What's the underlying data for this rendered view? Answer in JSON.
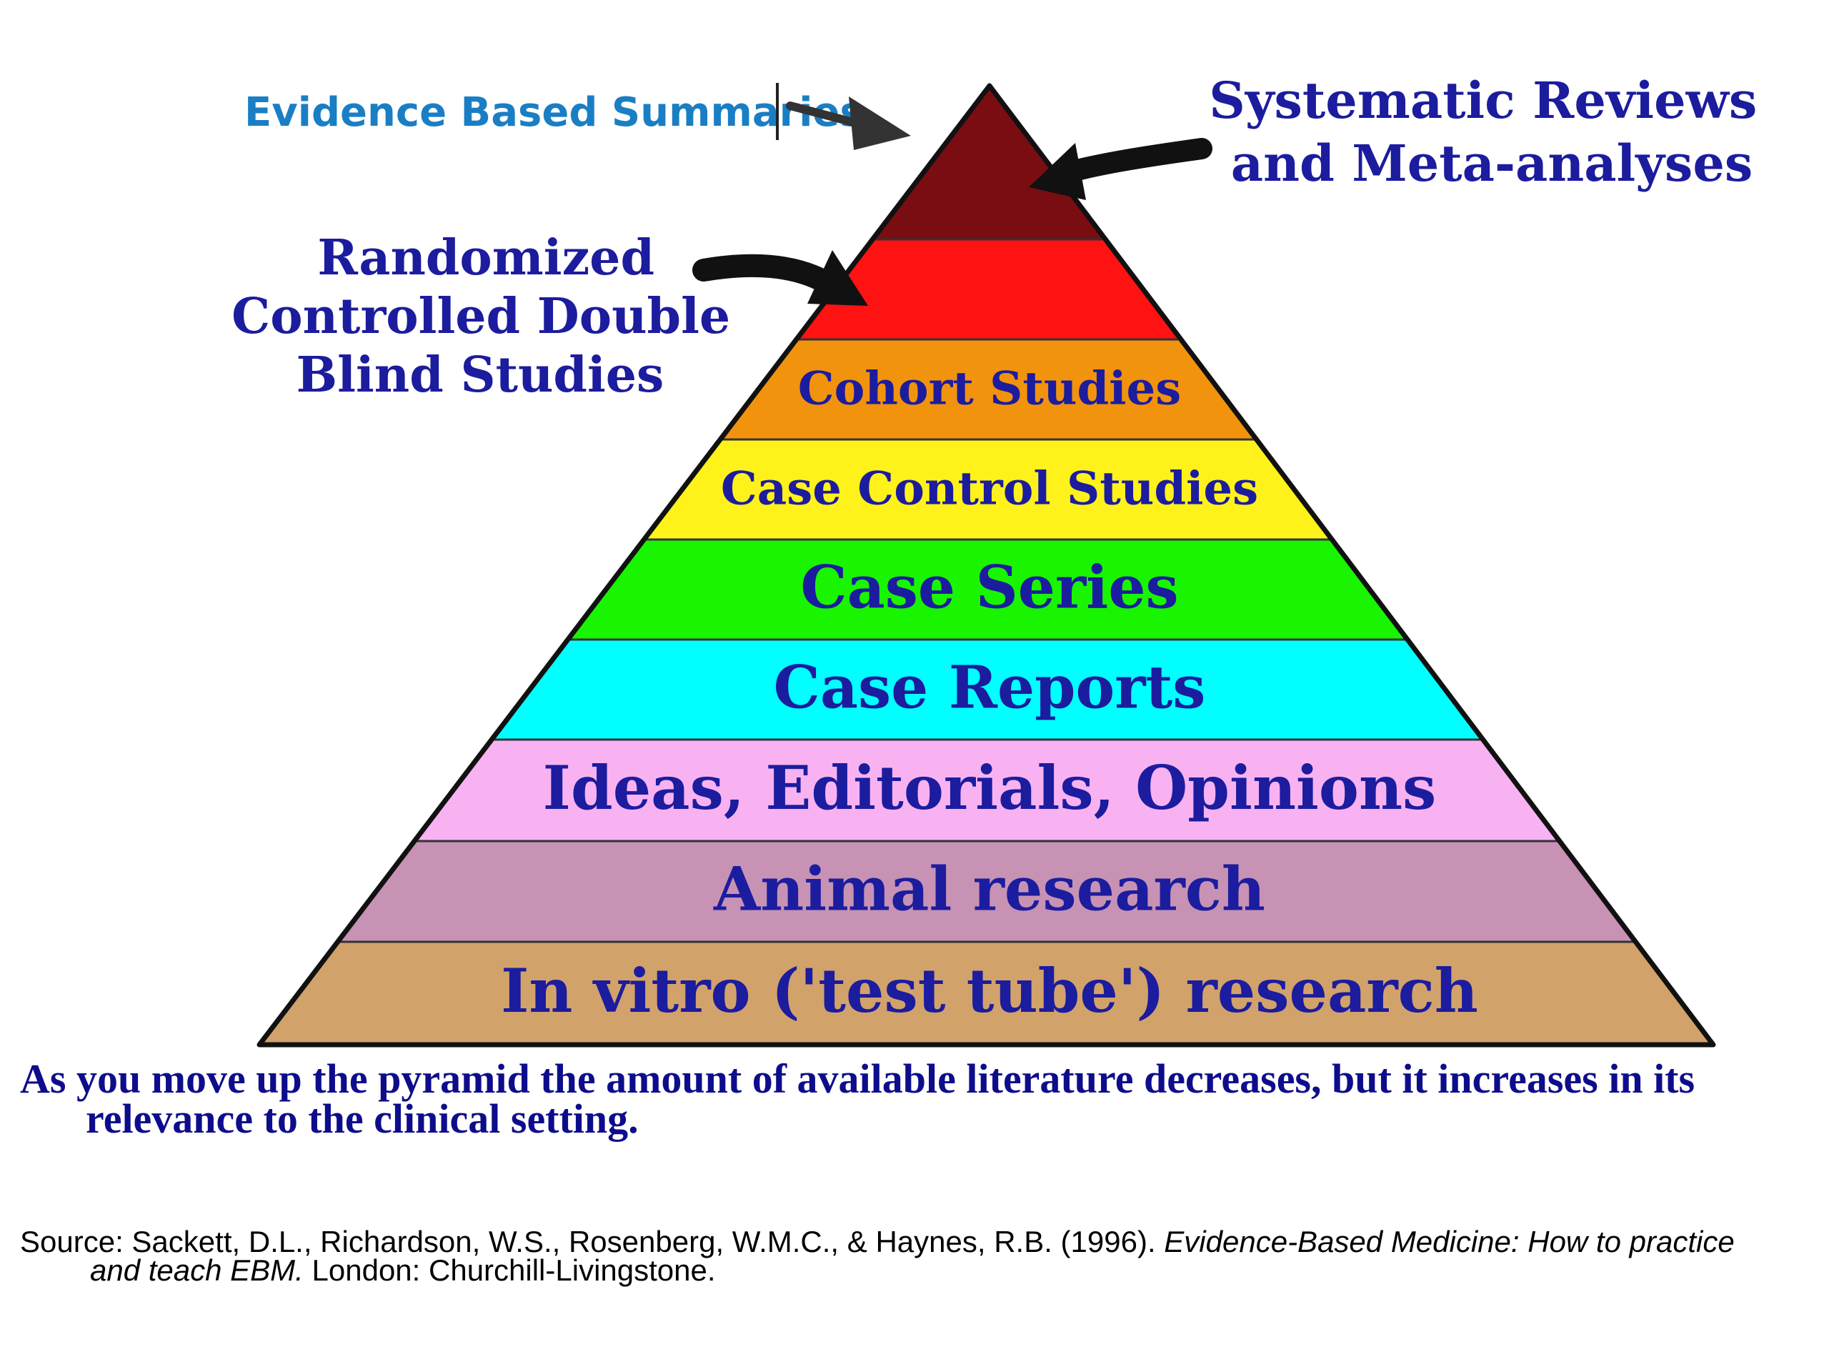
{
  "pyramid": {
    "levels": [
      {
        "label": "",
        "color": "#7a0d12"
      },
      {
        "label": "",
        "color": "#ff1212"
      },
      {
        "label": "Cohort Studies",
        "color": "#f2930e"
      },
      {
        "label": "Case Control Studies",
        "color": "#fff21a"
      },
      {
        "label": "Case Series",
        "color": "#19f500"
      },
      {
        "label": "Case Reports",
        "color": "#00ffff"
      },
      {
        "label": "Ideas, Editorials, Opinions",
        "color": "#f8b2f2"
      },
      {
        "label": "Animal research",
        "color": "#c792b4"
      },
      {
        "label": "In vitro ('test tube') research",
        "color": "#d2a26b"
      }
    ],
    "outline_color": "#111111",
    "label_color": "#1c1c9e"
  },
  "annotations": {
    "evidence_based_summaries": "Evidence Based Summaries",
    "systematic_reviews": [
      "Systematic Reviews",
      "and Meta-analyses"
    ],
    "randomized_controlled": [
      "Randomized",
      "Controlled Double",
      "Blind Studies"
    ]
  },
  "caption": "As you move up the pyramid the amount of available literature decreases, but it increases in its relevance to the clinical setting.",
  "source": {
    "prefix": "Source:  Sackett, D.L., Richardson, W.S., Rosenberg, W.M.C., & Haynes, R.B. (1996). ",
    "book_title": "Evidence-Based Medicine: How to practice and teach EBM.",
    "suffix": " London: Churchill-Livingstone."
  },
  "colors": {
    "annotation_blue": "#1c1c9e",
    "summaries_blue": "#1a7ec4",
    "caption_blue": "#0d0d8c",
    "arrow": "#111111"
  }
}
